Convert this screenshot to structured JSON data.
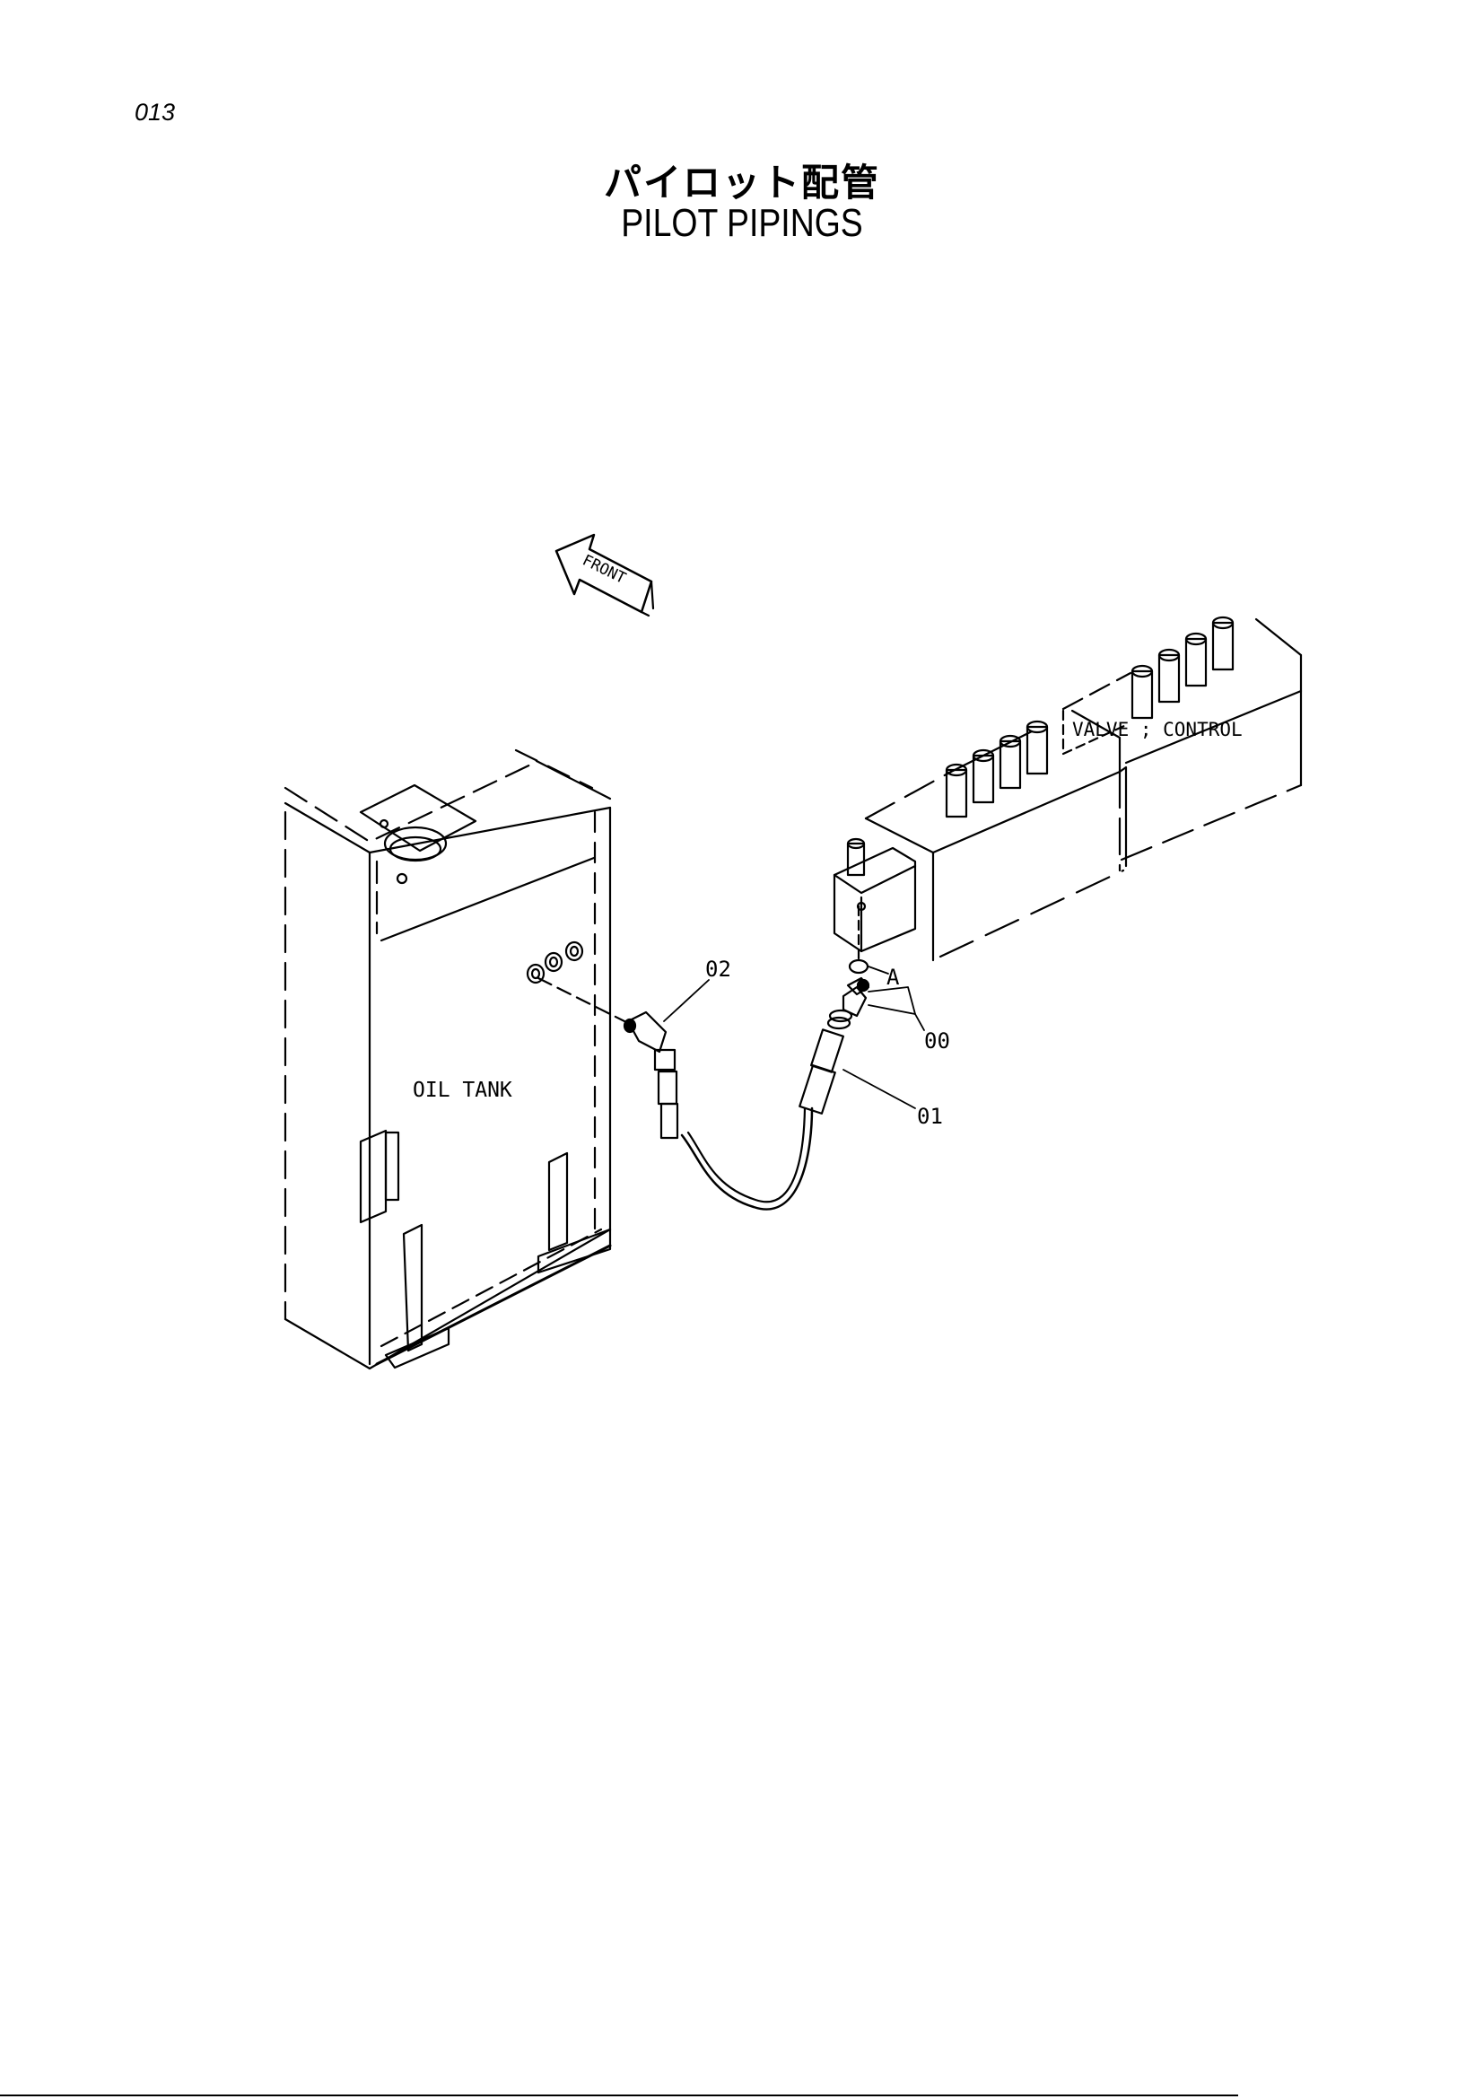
{
  "page": {
    "number": "013"
  },
  "title": {
    "japanese": "パイロット配管",
    "english": "PILOT PIPINGS"
  },
  "labels": {
    "front": "FRONT",
    "oil_tank": "OIL TANK",
    "valve_control": "VALVE ; CONTROL",
    "detail_a": "A"
  },
  "callouts": [
    "00",
    "01",
    "02"
  ]
}
